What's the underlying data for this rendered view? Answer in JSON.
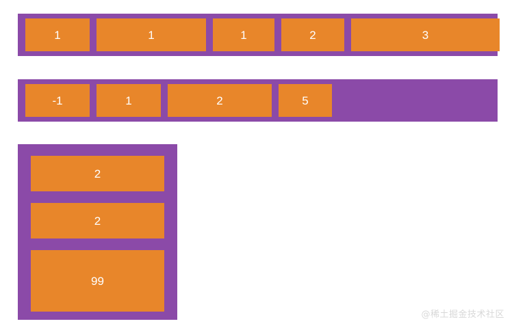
{
  "colors": {
    "container_background": "#8B4AA8",
    "item_background": "#E8862A",
    "item_text": "#FFFFFF",
    "page_background": "#FFFFFF",
    "watermark_text": "#D8D8D8"
  },
  "containers": [
    {
      "id": "container-row-1",
      "direction": "row",
      "items": [
        {
          "label": "1"
        },
        {
          "label": "1"
        },
        {
          "label": "1"
        },
        {
          "label": "2"
        },
        {
          "label": "3"
        }
      ]
    },
    {
      "id": "container-row-2",
      "direction": "row",
      "items": [
        {
          "label": "-1"
        },
        {
          "label": "1"
        },
        {
          "label": "2"
        },
        {
          "label": "5"
        }
      ]
    },
    {
      "id": "container-col-1",
      "direction": "column",
      "items": [
        {
          "label": "2"
        },
        {
          "label": "2"
        },
        {
          "label": "99"
        }
      ]
    }
  ],
  "watermark": {
    "text": "@稀土掘金技术社区"
  }
}
